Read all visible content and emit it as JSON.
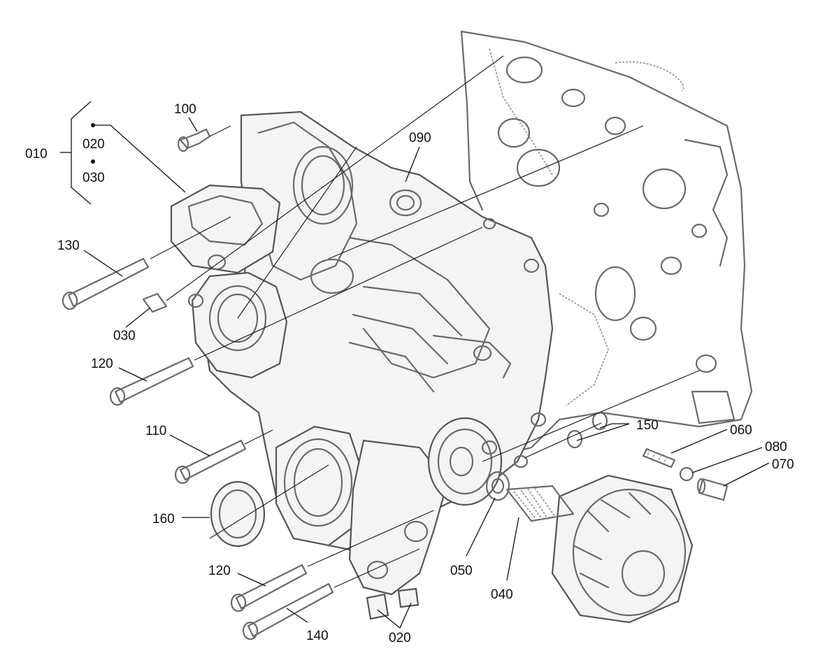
{
  "callouts": {
    "c010": "010",
    "c020a": "020",
    "c030a": "030",
    "c100": "100",
    "c090": "090",
    "c130": "130",
    "c030b": "030",
    "c120a": "120",
    "c110": "110",
    "c160": "160",
    "c120b": "120",
    "c140": "140",
    "c020b": "020",
    "c040": "040",
    "c050": "050",
    "c150": "150",
    "c060": "060",
    "c080": "080",
    "c070": "070"
  }
}
